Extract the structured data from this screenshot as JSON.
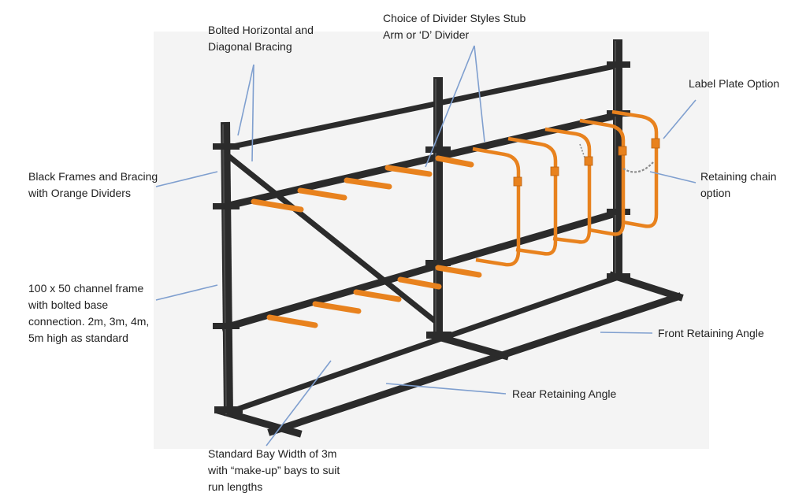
{
  "colors": {
    "frame": "#2b2b2b",
    "frame_highlight": "#4a4a4a",
    "divider": "#e8821e",
    "divider_dark": "#b9610e",
    "leader": "#7f9fcf",
    "chain": "#8a8a8a",
    "backdrop": "#f4f4f4"
  },
  "labels": {
    "bracing": [
      "Bolted Horizontal and",
      "Diagonal Bracing"
    ],
    "dividers": [
      "Choice of Divider Styles Stub",
      "Arm or ‘D’ Divider"
    ],
    "label_plate": [
      "Label Plate Option"
    ],
    "black_frames": [
      "Black Frames and Bracing",
      "with Orange Dividers"
    ],
    "retaining_chain": [
      "Retaining chain",
      "option"
    ],
    "channel_frame": [
      "100 x 50 channel frame",
      "with bolted base",
      "connection. 2m, 3m, 4m,",
      "5m high as standard"
    ],
    "front_angle": [
      "Front Retaining Angle"
    ],
    "rear_angle": [
      "Rear Retaining Angle"
    ],
    "bay_width": [
      "Standard Bay Width of 3m",
      "with “make-up” bays to suit",
      "run lengths"
    ]
  }
}
